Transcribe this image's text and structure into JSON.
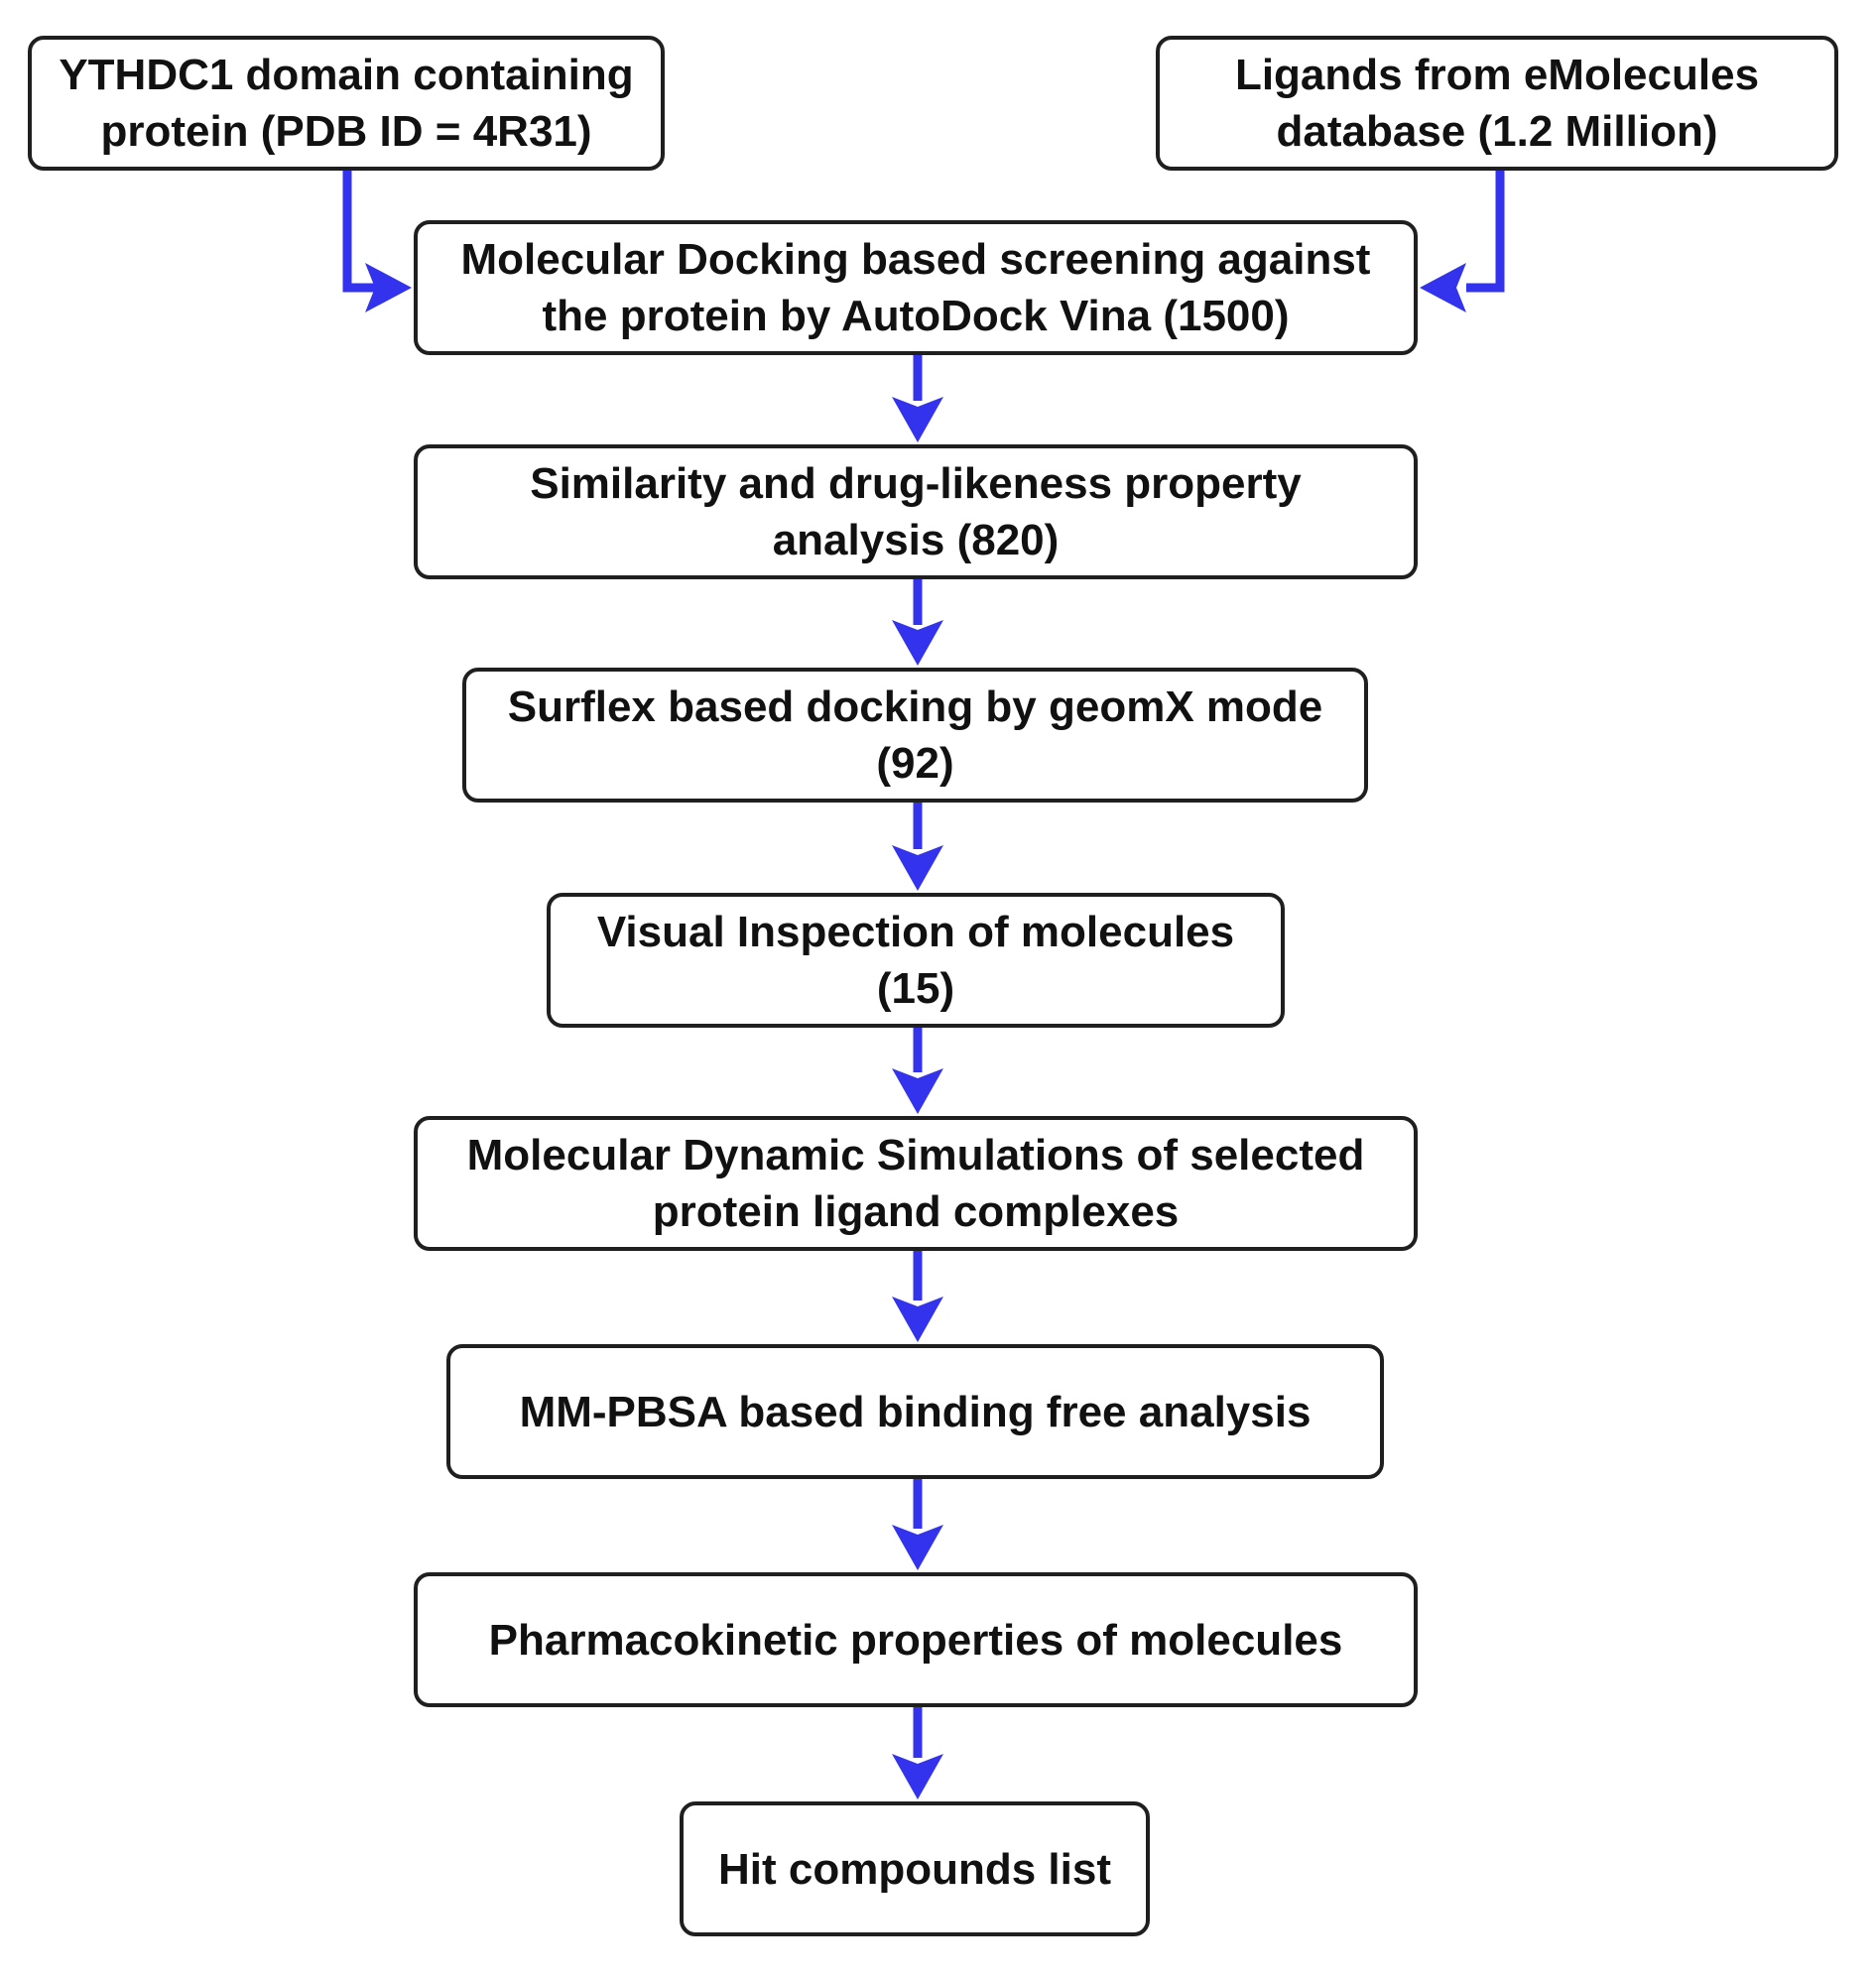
{
  "diagram": {
    "arrow_color": "#3333ee",
    "border_color": "#1f1f1f",
    "nodes": {
      "protein": {
        "line1": "YTHDC1 domain containing",
        "line2": "protein (PDB ID = 4R31)"
      },
      "ligands": {
        "line1": "Ligands from eMolecules",
        "line2": "database (1.2 Million)"
      },
      "docking": {
        "line1": "Molecular Docking based screening against",
        "line2": "the protein by AutoDock Vina  (1500)"
      },
      "similarity": {
        "line1": "Similarity and drug-likeness property",
        "line2": "analysis (820)"
      },
      "surflex": {
        "line1": "Surflex based docking by geomX mode",
        "line2": "(92)"
      },
      "visual": {
        "line1": "Visual Inspection of molecules",
        "line2": "(15)"
      },
      "md": {
        "line1": "Molecular Dynamic Simulations of selected",
        "line2": "protein ligand complexes"
      },
      "mmpbsa": {
        "line1": "MM-PBSA based binding free analysis"
      },
      "pk": {
        "line1": "Pharmacokinetic properties of molecules"
      },
      "hit": {
        "line1": "Hit compounds list"
      }
    },
    "edges": [
      {
        "from": "protein",
        "to": "docking"
      },
      {
        "from": "ligands",
        "to": "docking"
      },
      {
        "from": "docking",
        "to": "similarity"
      },
      {
        "from": "similarity",
        "to": "surflex"
      },
      {
        "from": "surflex",
        "to": "visual"
      },
      {
        "from": "visual",
        "to": "md"
      },
      {
        "from": "md",
        "to": "mmpbsa"
      },
      {
        "from": "mmpbsa",
        "to": "pk"
      },
      {
        "from": "pk",
        "to": "hit"
      }
    ]
  }
}
